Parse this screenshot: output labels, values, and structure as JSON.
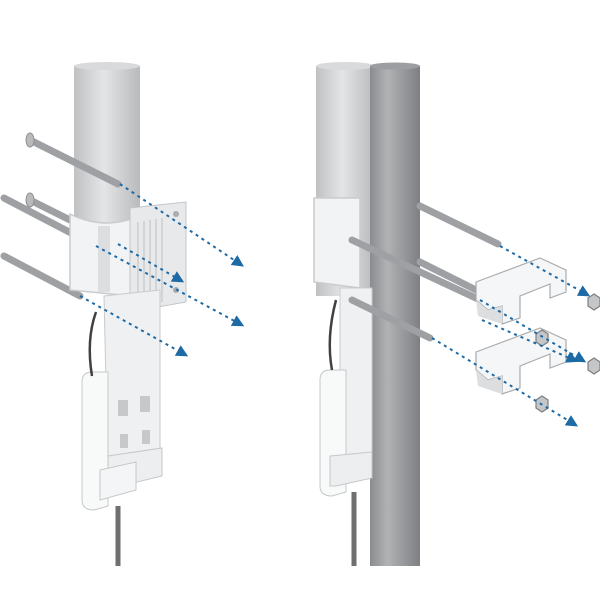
{
  "colors": {
    "background": "#ffffff",
    "antenna_tube": "#c9cbcd",
    "antenna_highlight": "#e6e7e8",
    "pole_dark": "#8f9194",
    "pole_light": "#b4b6b8",
    "bracket_white": "#f5f6f7",
    "bracket_shade": "#d8dadc",
    "bolt": "#a7a9ab",
    "arrow": "#1e6aa5",
    "cable": "#6d6f71"
  },
  "figures": [
    {
      "id": "antenna-assembly",
      "parts": [
        "antenna-tube",
        "mount-bracket",
        "threaded-rods",
        "radio-unit",
        "cable"
      ]
    },
    {
      "id": "pole-mount-assembly",
      "parts": [
        "antenna-tube",
        "mounting-pole",
        "threaded-rods",
        "u-brackets",
        "hex-nuts",
        "radio-unit",
        "cable"
      ]
    }
  ]
}
